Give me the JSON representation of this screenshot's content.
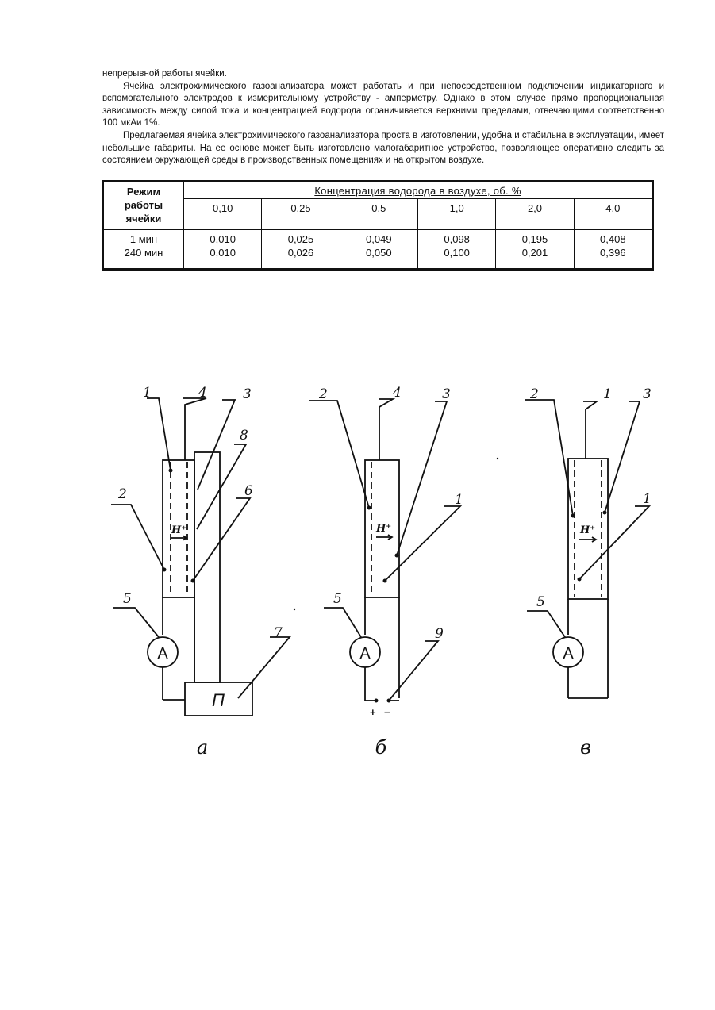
{
  "paragraphs": [
    "непрерывной работы ячейки.",
    "Ячейка электрохимического газоанализатора может работать и при непосредственном подключении индикаторного и вспомогательного электродов к измерительному устройству - амперметру. Однако в этом случае прямо пропорциональная зависимость между силой тока и концентрацией водорода ограничивается верхними пределами, отвечающими соответственно 100 мкАи 1%.",
    "Предлагаемая ячейка электрохимического газоанализатора проста в изготовлении, удобна и стабильна в эксплуатации, имеет небольшие габариты. На ее основе может быть изготовлено малогабаритное устройство, позволяющее оперативно следить за состоянием окружающей среды в производственных помещениях и на открытом воздухе."
  ],
  "table": {
    "mode_header": [
      "Режим",
      "работы",
      "ячейки"
    ],
    "group_header": "Концентрация водорода в воздухе, об. %",
    "columns": [
      "0,10",
      "0,25",
      "0,5",
      "1,0",
      "2,0",
      "4,0"
    ],
    "modes": [
      "1 мин",
      "240 мин"
    ],
    "values": [
      [
        "0,010",
        "0,025",
        "0,049",
        "0,098",
        "0,195",
        "0,408"
      ],
      [
        "0,010",
        "0,026",
        "0,050",
        "0,100",
        "0,201",
        "0,396"
      ]
    ]
  },
  "figure": {
    "a": {
      "letter": "а",
      "labels": {
        "l1": "1",
        "l4": "4",
        "l3": "3",
        "l8": "8",
        "l2": "2",
        "l6": "6",
        "l5": "5",
        "l7": "7"
      },
      "ion": "H⁺",
      "meter": "A",
      "box": "П"
    },
    "b": {
      "letter": "б",
      "labels": {
        "l2": "2",
        "l4": "4",
        "l3": "3",
        "l1": "1",
        "l5": "5",
        "l9": "9"
      },
      "ion": "H⁺",
      "meter": "A",
      "plus": "+",
      "minus": "−"
    },
    "c": {
      "letter": "в",
      "labels": {
        "l2": "2",
        "l1": "1",
        "l3": "3",
        "l1b": "1",
        "l5": "5"
      },
      "ion": "H⁺",
      "meter": "A"
    }
  }
}
